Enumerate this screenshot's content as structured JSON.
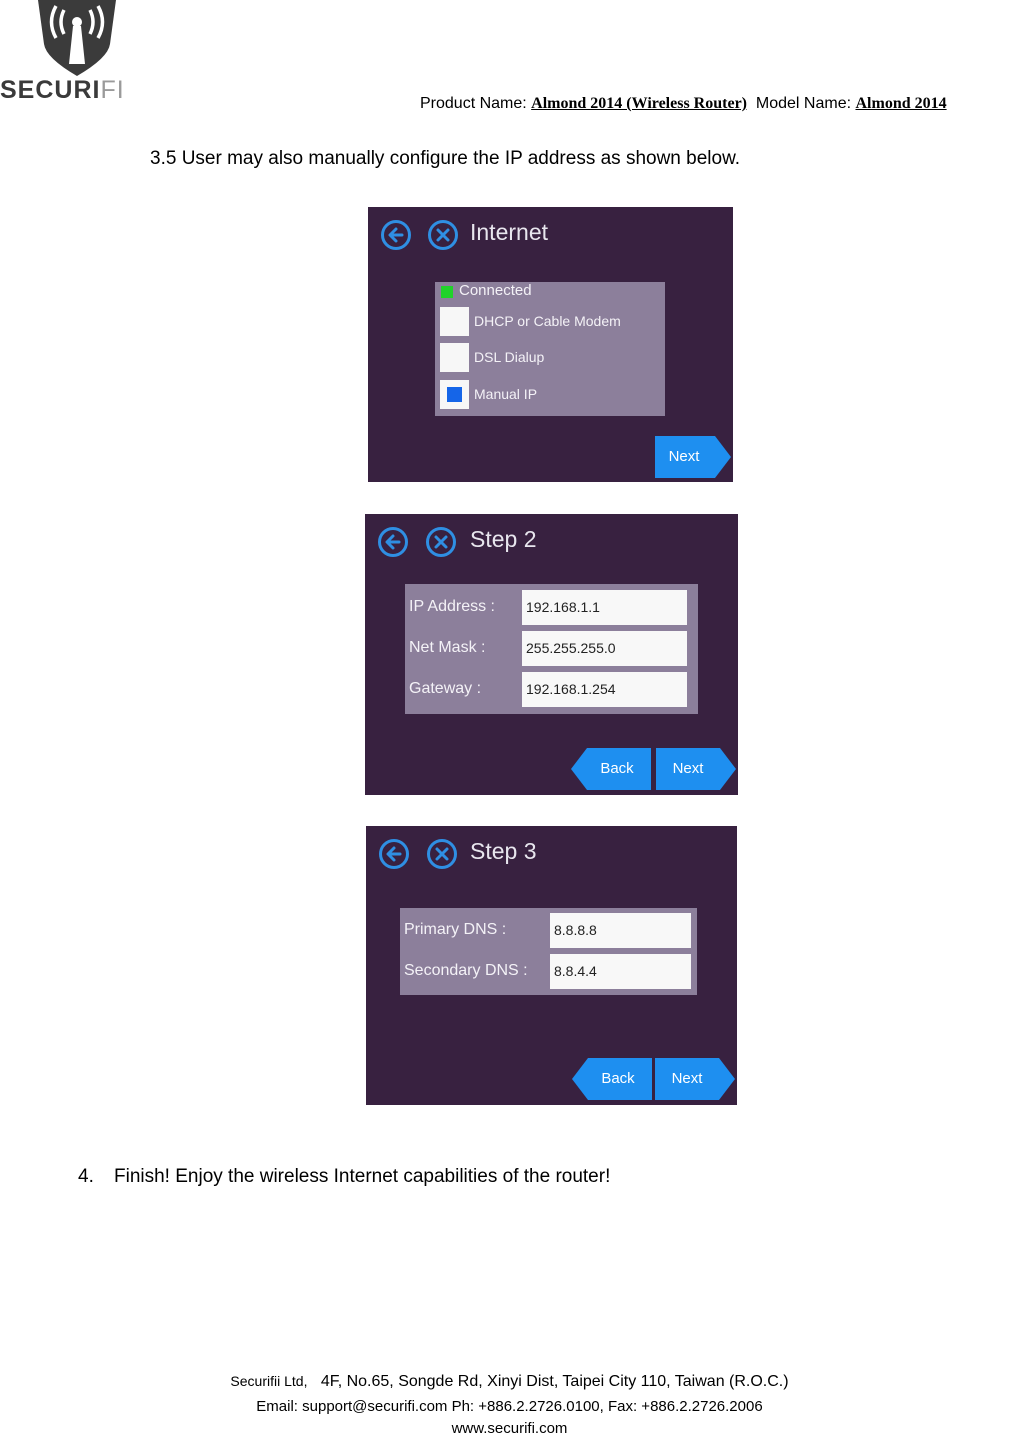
{
  "header": {
    "logo_text_main": "SECURI",
    "logo_text_fi": "FI",
    "product_label": "Product Name: ",
    "product_value": "Almond 2014 (Wireless Router)",
    "model_label": "Model Name: ",
    "model_value": "Almond 2014"
  },
  "intro": "3.5 User may also manually configure the IP address as shown below.",
  "screen1": {
    "title": "Internet",
    "status": "Connected",
    "options": [
      {
        "label": "DHCP or Cable Modem",
        "selected": false
      },
      {
        "label": "DSL Dialup",
        "selected": false
      },
      {
        "label": "Manual IP",
        "selected": true
      }
    ],
    "next": "Next"
  },
  "screen2": {
    "title": "Step 2",
    "fields": [
      {
        "label": "IP Address :",
        "value": "192.168.1.1"
      },
      {
        "label": "Net Mask :",
        "value": "255.255.255.0"
      },
      {
        "label": "Gateway :",
        "value": "192.168.1.254"
      }
    ],
    "back": "Back",
    "next": "Next"
  },
  "screen3": {
    "title": "Step 3",
    "fields": [
      {
        "label": "Primary DNS :",
        "value": "8.8.8.8"
      },
      {
        "label": "Secondary DNS :",
        "value": "8.8.4.4"
      }
    ],
    "back": "Back",
    "next": "Next"
  },
  "finish": {
    "number": "4.",
    "text": "Finish! Enjoy the wireless Internet capabilities of the router!"
  },
  "footer": {
    "company": "Securifii Ltd,",
    "address": "4F, No.65, Songde Rd, Xinyi Dist, Taipei City 110, Taiwan (R.O.C.)",
    "contact": "Email: support@securifi.com Ph: +886.2.2726.0100, Fax: +886.2.2726.2006",
    "website": "www.securifi.com"
  },
  "colors": {
    "screen_bg": "#382140",
    "panel": "#8c7f9b",
    "accent_blue": "#1e8ff0",
    "connected_green": "#21d22a"
  }
}
